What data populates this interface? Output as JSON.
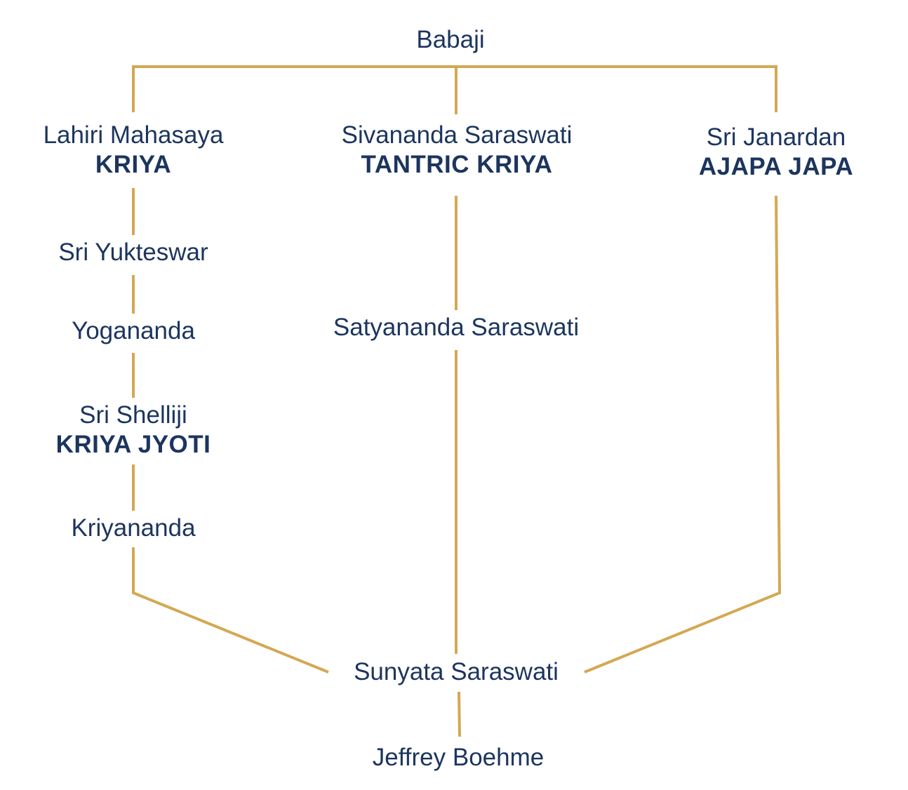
{
  "lineage": {
    "babaji": {
      "name": "Babaji"
    },
    "lahiri": {
      "name": "Lahiri Mahasaya",
      "practice": "KRIYA"
    },
    "sivananda": {
      "name": "Sivananda Saraswati",
      "practice": "TANTRIC KRIYA"
    },
    "janardan": {
      "name": "Sri Janardan",
      "practice": "AJAPA JAPA"
    },
    "yukteswar": {
      "name": "Sri Yukteswar"
    },
    "yogananda": {
      "name": "Yogananda"
    },
    "shelliji": {
      "name": "Sri Shelliji",
      "practice": "KRIYA JYOTI"
    },
    "kriyananda": {
      "name": "Kriyananda"
    },
    "satyananda": {
      "name": "Satyananda Saraswati"
    },
    "sunyata": {
      "name": "Sunyata Saraswati"
    },
    "jeffrey": {
      "name": "Jeffrey Boehme"
    }
  },
  "colors": {
    "connector": "#d4a853",
    "text": "#1c355e",
    "background": "#ffffff"
  }
}
